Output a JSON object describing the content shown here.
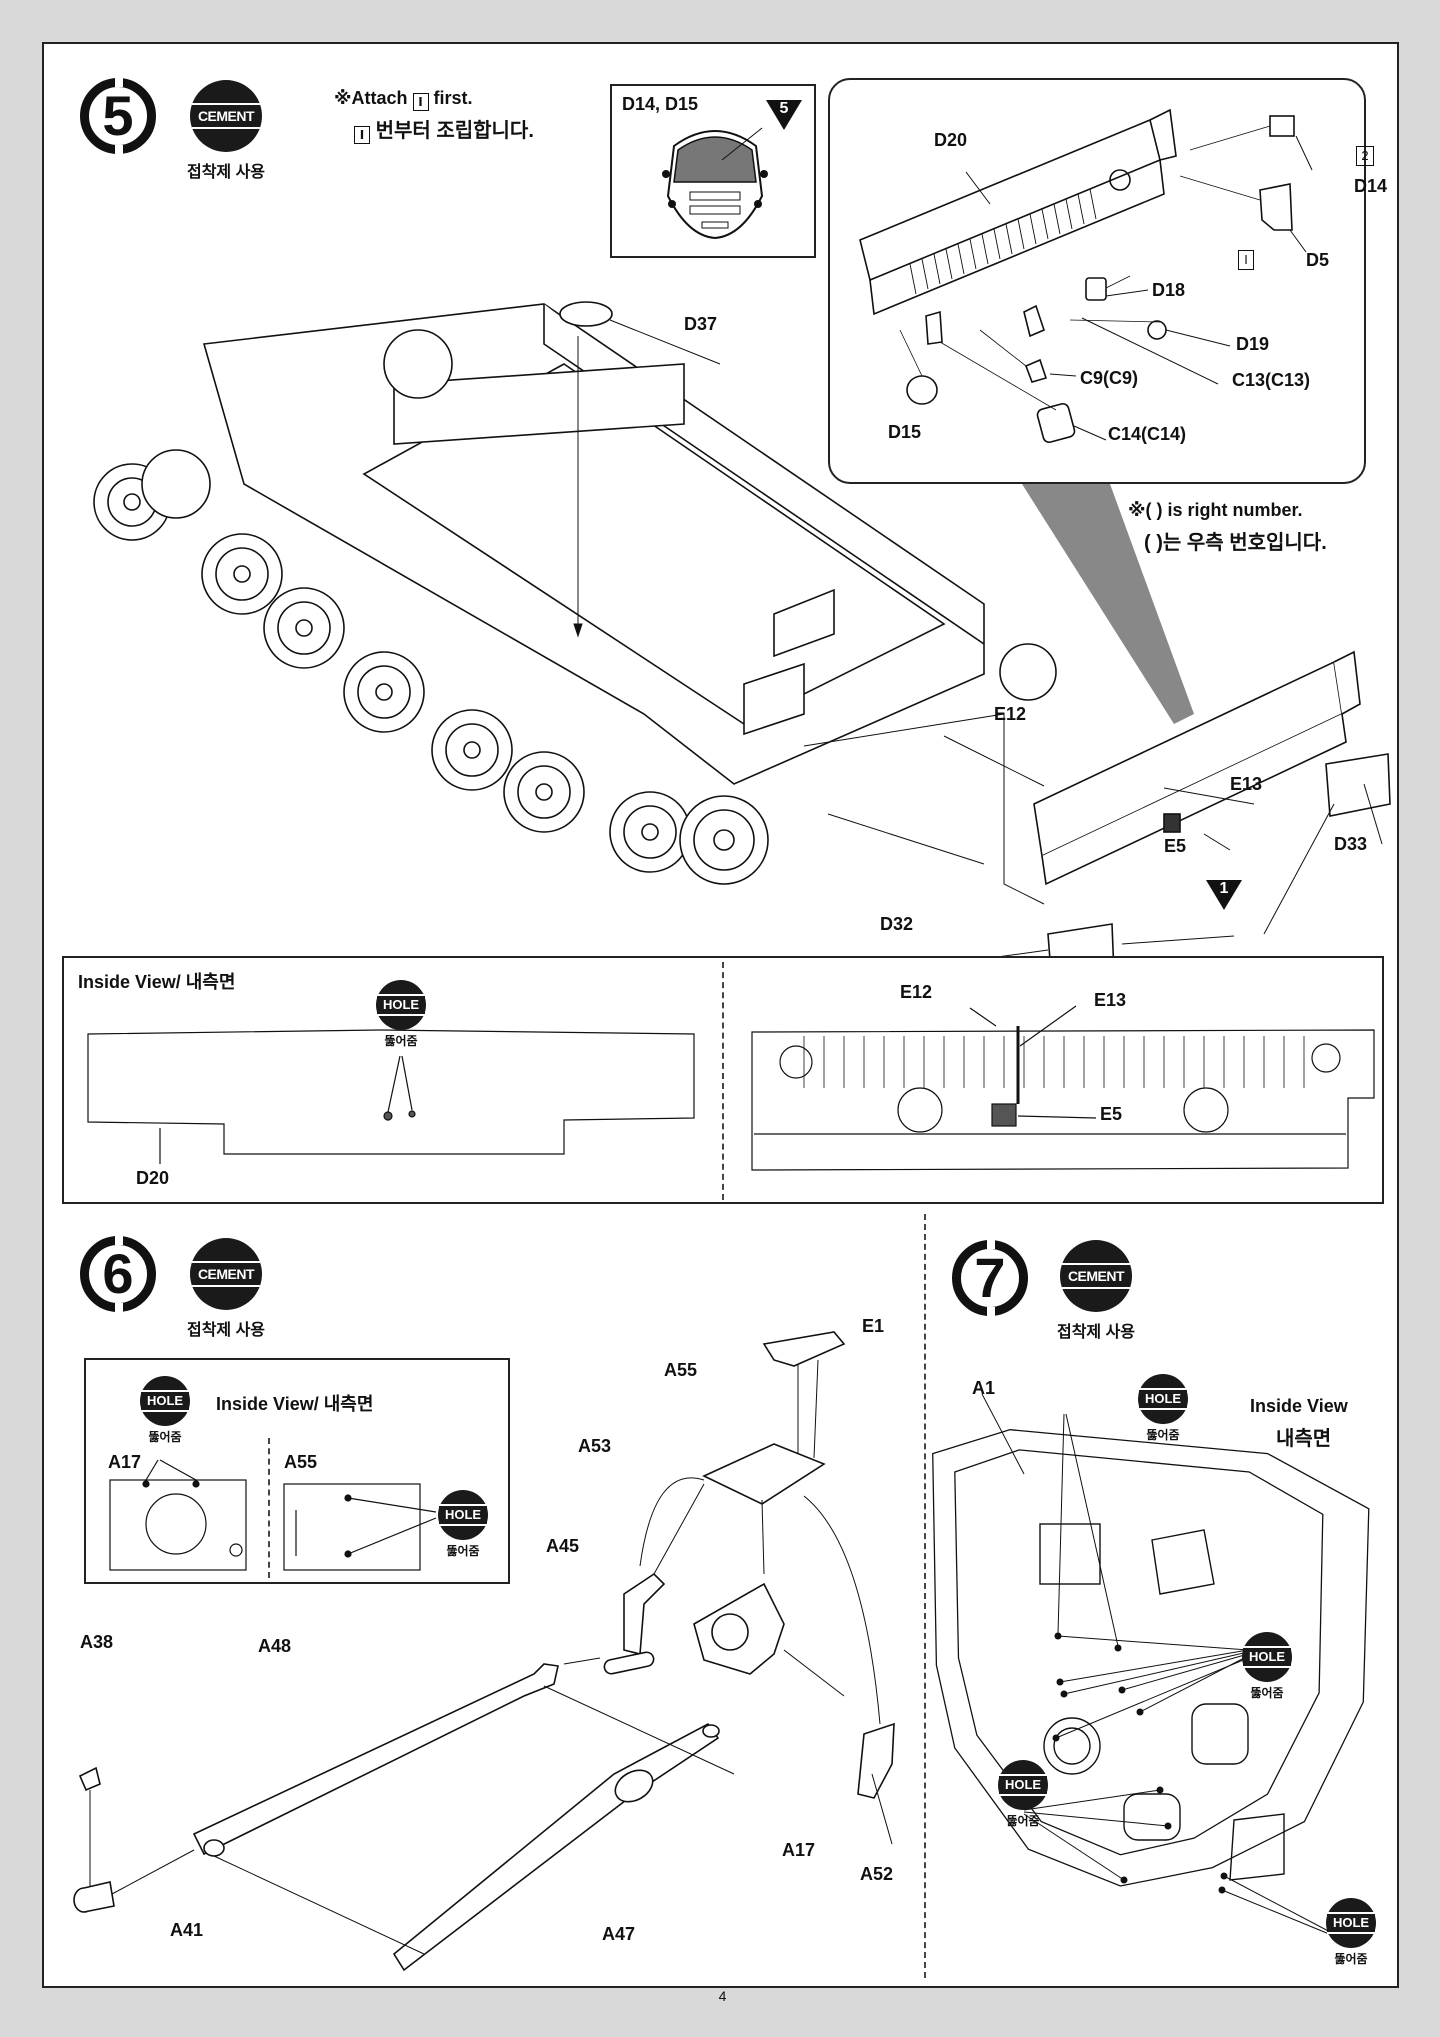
{
  "step5": {
    "number": "5",
    "cement_label": "CEMENT",
    "cement_sub": "접착제 사용",
    "note_en_prefix": "※Attach",
    "note_en_box": "Ⅰ",
    "note_en_suffix": "first.",
    "note_kr_box": "Ⅰ",
    "note_kr_suffix": "번부터 조립합니다.",
    "detail_title": "D14, D15",
    "detail_tri": "5",
    "parts": {
      "d20": "D20",
      "d14": "D14",
      "d5": "D5",
      "d18": "D18",
      "d19": "D19",
      "c9": "C9(C9)",
      "c13": "C13(C13)",
      "c14": "C14(C14)",
      "d15": "D15",
      "d37": "D37",
      "e12": "E12",
      "e13": "E13",
      "e5": "E5",
      "d33": "D33",
      "d32": "D32"
    },
    "box2": "2",
    "box1": "Ⅰ",
    "right_note_en": "※( ) is right number.",
    "right_note_kr": "( )는 우측 번호입니다.",
    "tri1": "1"
  },
  "inside_view": {
    "title": "Inside View/ 내측면",
    "hole_label": "HOLE",
    "hole_sub": "뚫어줌",
    "d20": "D20",
    "e12": "E12",
    "e13": "E13",
    "e5": "E5"
  },
  "step6": {
    "number": "6",
    "cement_label": "CEMENT",
    "cement_sub": "접착제 사용",
    "inset_title": "Inside View/ 내측면",
    "hole_label": "HOLE",
    "hole_sub": "뚫어줌",
    "a17_inset": "A17",
    "a55_inset": "A55",
    "parts": {
      "e1": "E1",
      "a55": "A55",
      "a53": "A53",
      "a45": "A45",
      "a38": "A38",
      "a48": "A48",
      "a41": "A41",
      "a47": "A47",
      "a17": "A17",
      "a52": "A52"
    }
  },
  "step7": {
    "number": "7",
    "cement_label": "CEMENT",
    "cement_sub": "접착제 사용",
    "a1": "A1",
    "inside_view_en": "Inside View",
    "inside_view_kr": "내측면",
    "hole_label": "HOLE",
    "hole_sub": "뚫어줌"
  },
  "page_number": "4"
}
